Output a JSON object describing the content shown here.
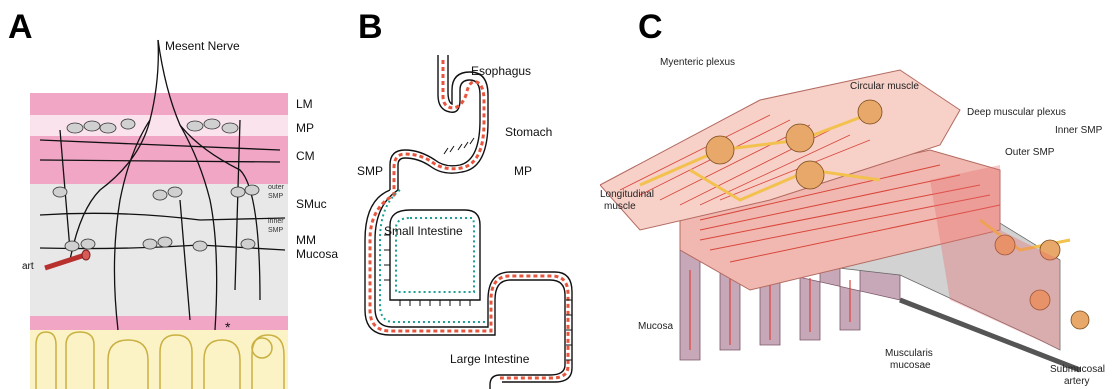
{
  "panels": {
    "a": {
      "letter": "A",
      "labels": {
        "nerve": "Mesent Nerve",
        "lm": "LM",
        "mp": "MP",
        "cm": "CM",
        "outer_smp_1": "outer",
        "outer_smp_2": "SMP",
        "smuc": "SMuc",
        "inner_smp_1": "inner",
        "inner_smp_2": "SMP",
        "mm": "MM",
        "mucosa": "Mucosa",
        "art": "art",
        "asterisk": "*"
      }
    },
    "b": {
      "letter": "B",
      "labels": {
        "esophagus": "Esophagus",
        "stomach": "Stomach",
        "mp": "MP",
        "smp": "SMP",
        "small_intestine": "Small Intestine",
        "large_intestine": "Large Intestine"
      }
    },
    "c": {
      "letter": "C",
      "labels": {
        "myenteric": "Myenteric plexus",
        "circular": "Circular muscle",
        "deep": "Deep muscular plexus",
        "inner_smp": "Inner SMP",
        "outer_smp": "Outer SMP",
        "longitudinal_1": "Longitudinal",
        "longitudinal_2": "muscle",
        "mucosa": "Mucosa",
        "muscularis_1": "Muscularis",
        "muscularis_2": "mucosae",
        "submucosal_1": "Submucosal",
        "submucosal_2": "artery"
      }
    }
  },
  "colors": {
    "lm_pink": "#f2a6c6",
    "light_pink": "#fbe3ee",
    "submucosa_gray": "#e6e6e6",
    "mucosa_yellow": "#fbf3c6",
    "gut_red": "#e8553e",
    "gut_teal": "#1f9e94",
    "muscle_red": "#f0b8b0",
    "plexus_yellow": "#f2c14e"
  }
}
